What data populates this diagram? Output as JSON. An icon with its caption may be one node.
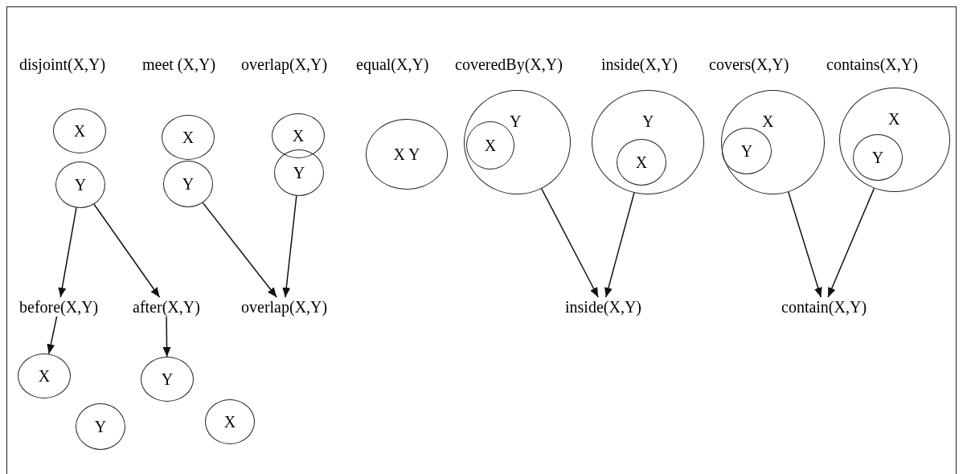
{
  "diagram": {
    "nodes": [
      {
        "text": [
          "X"
        ]
      },
      {
        "text": [
          "Y"
        ]
      },
      {
        "text": [
          "X"
        ]
      },
      {
        "text": [
          "Y"
        ]
      },
      {
        "text": [
          "X"
        ]
      },
      {
        "text": [
          "Y"
        ]
      },
      {
        "text": [
          "X Y"
        ]
      },
      {
        "text": [
          "Y"
        ]
      },
      {
        "text": [
          "X"
        ],
        "in": 7
      },
      {
        "text": [
          "Y"
        ]
      },
      {
        "text": [
          "X"
        ],
        "in": 9
      },
      {
        "text": [
          "X"
        ]
      },
      {
        "text": [
          "Y"
        ],
        "in": 11
      },
      {
        "text": [
          "X"
        ]
      },
      {
        "text": [
          "Y"
        ],
        "in": 13
      },
      {
        "text": [
          "before(X,Y)"
        ]
      },
      {
        "text": [
          "after(X,Y)"
        ]
      },
      {
        "text": [
          "overlap(X,Y)"
        ]
      },
      {
        "text": [
          "inside(X,Y)"
        ]
      },
      {
        "text": [
          "contain(X,Y)"
        ]
      },
      {
        "text": [
          "X"
        ]
      },
      {
        "text": [
          "Y"
        ]
      },
      {
        "text": [
          "Y"
        ]
      },
      {
        "text": [
          "X"
        ]
      }
    ],
    "edges": [
      {
        "from": 1,
        "to": 15,
        "arrow": "to"
      },
      {
        "from": 1,
        "to": 16,
        "arrow": "to"
      },
      {
        "from": 3,
        "to": 17,
        "arrow": "to"
      },
      {
        "from": 5,
        "to": 17,
        "arrow": "to"
      },
      {
        "from": 7,
        "to": 18,
        "arrow": "to"
      },
      {
        "from": 9,
        "to": 18,
        "arrow": "to"
      },
      {
        "from": 11,
        "to": 19,
        "arrow": "to"
      },
      {
        "from": 13,
        "to": 19,
        "arrow": "to"
      },
      {
        "from": 15,
        "to": 20,
        "arrow": "to"
      },
      {
        "from": 16,
        "to": 22,
        "arrow": "to"
      }
    ],
    "labels": [
      "disjoint(X,Y)",
      "meet (X,Y)",
      "overlap(X,Y)",
      "equal(X,Y)",
      "coveredBy(X,Y)",
      "inside(X,Y)",
      "covers(X,Y)",
      "contains(X,Y)"
    ]
  }
}
